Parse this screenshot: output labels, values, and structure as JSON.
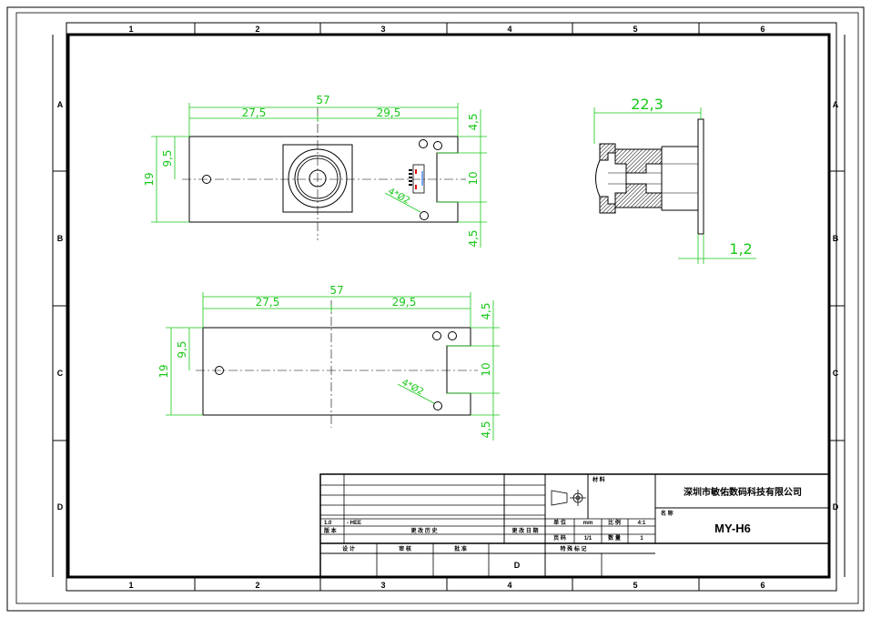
{
  "zones": {
    "columns": [
      "1",
      "2",
      "3",
      "4",
      "5",
      "6"
    ],
    "rows": [
      "A",
      "B",
      "C",
      "D"
    ]
  },
  "view_top": {
    "overall_width": "57",
    "left_width": "27,5",
    "right_width": "29,5",
    "height": "19",
    "half_height": "9,5",
    "slot_top": "4,5",
    "slot_width": "10",
    "slot_bottom": "4,5",
    "holes": "4*Ø2"
  },
  "view_bottom": {
    "overall_width": "57",
    "left_width": "27,5",
    "right_width": "29,5",
    "height": "19",
    "half_height": "9,5",
    "slot_top": "4,5",
    "slot_width": "10",
    "slot_bottom": "4,5",
    "holes": "4*Ø2"
  },
  "view_side": {
    "depth": "22,3",
    "thickness": "1,2"
  },
  "title_block": {
    "company": "深圳市敏佑数码科技有限公司",
    "material_label": "材 料",
    "name_label": "名 称",
    "part_name": "MY-H6",
    "version": "1.0",
    "version_note": "- HEE",
    "version_label": "版 本",
    "history_label": "更 改 历 史",
    "date_label": "更 改 日 期",
    "unit_label": "单 位",
    "unit_value": "mm",
    "scale_label": "比 例",
    "scale_value": "4:1",
    "page_label": "页 码",
    "page_value": "1/1",
    "qty_label": "数 量",
    "qty_value": "1",
    "design_label": "设 计",
    "review_label": "审 核",
    "approve_label": "批 准",
    "mark_label": "特 殊 标 记",
    "bottom_code": "D"
  },
  "colors": {
    "dimension": "#19c819",
    "outline": "#000000",
    "marker_red": "#e01010",
    "marker_blue": "#2a6cff"
  }
}
